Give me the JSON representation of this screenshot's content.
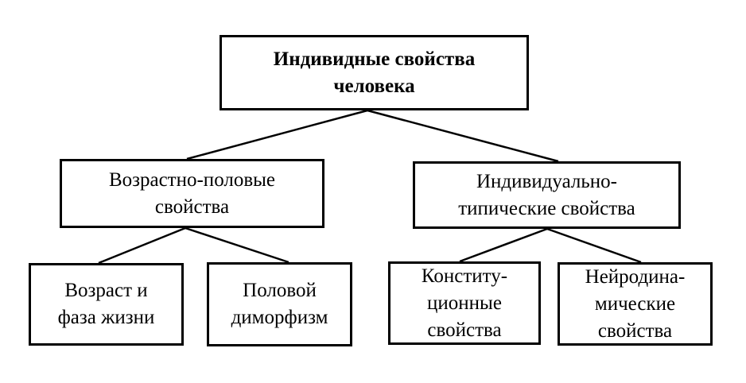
{
  "root": {
    "lines": [
      "Индивидные свойства",
      "человека"
    ]
  },
  "mid_left": {
    "lines": [
      "Возрастно-половые",
      "свойства"
    ]
  },
  "mid_right": {
    "lines": [
      "Индивидуально-",
      "типические свойства"
    ]
  },
  "leaves": [
    {
      "lines": [
        "Возраст и",
        "фаза жизни"
      ]
    },
    {
      "lines": [
        "Половой",
        "диморфизм"
      ]
    },
    {
      "lines": [
        "Конститу-",
        "ционные",
        "свойства"
      ]
    },
    {
      "lines": [
        "Нейродина-",
        "мические",
        "свойства"
      ]
    }
  ]
}
